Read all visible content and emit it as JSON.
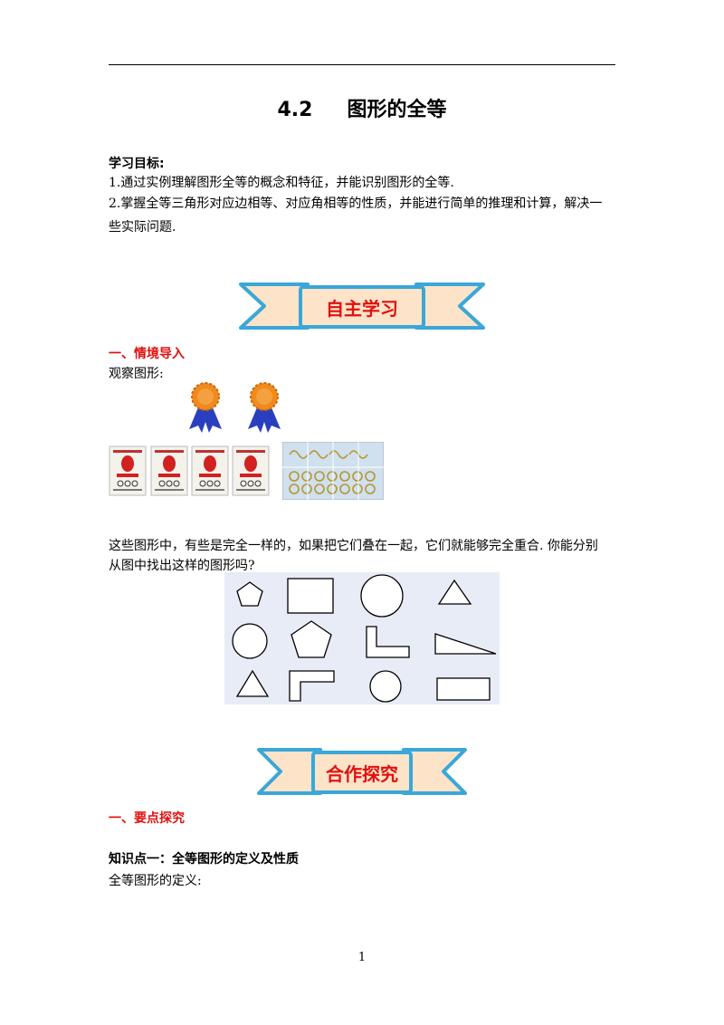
{
  "header": {
    "title_number": "4.2",
    "title_text": "图形的全等"
  },
  "objectives": {
    "heading": "学习目标:",
    "item1": "1.通过实例理解图形全等的概念和特征，并能识别图形的全等.",
    "item2_line1": "2.掌握全等三角形对应边相等、对应角相等的性质，并能进行简单的推理和计算，解决一",
    "item2_line2": "些实际问题."
  },
  "banner1": {
    "label": "自主学习"
  },
  "section1": {
    "heading": "一、情境导入",
    "prompt": "观察图形:",
    "paragraph_line1": "这些图形中，有些是完全一样的，如果把它们叠在一起，它们就能够完全重合. 你能分别",
    "paragraph_line2": "从图中找出这样的图形吗?"
  },
  "banner2": {
    "label": "合作探究"
  },
  "section2": {
    "heading": "一、要点探究",
    "knowledge_point": "知识点一：全等图形的定义及性质",
    "definition_prompt": "全等图形的定义:"
  },
  "footer": {
    "page_number": "1"
  },
  "colors": {
    "accent_red": "#e01010",
    "banner_fill": "#fde3c8",
    "banner_border": "#3aa7d8",
    "medal_orange": "#f08a1c",
    "ribbon_blue": "#2a3fbf"
  }
}
